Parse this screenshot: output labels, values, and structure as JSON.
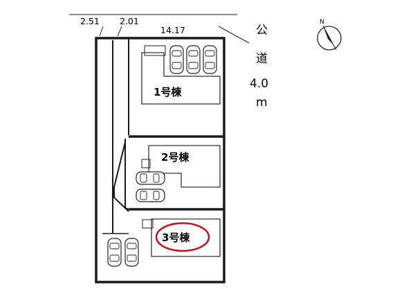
{
  "dimensions": {
    "dim_a": "2.51",
    "dim_b": "2.01",
    "frontage": "14.17"
  },
  "road": {
    "char1": "公",
    "char2": "道",
    "width_value": "4.0",
    "width_unit": "m"
  },
  "buildings": {
    "b1": "1号棟",
    "b2": "2号棟",
    "b3": "3号棟"
  },
  "compass": {
    "north_label": "N"
  },
  "colors": {
    "line": "#1a1a1a",
    "highlight": "#c8101e",
    "background": "#ffffff"
  }
}
